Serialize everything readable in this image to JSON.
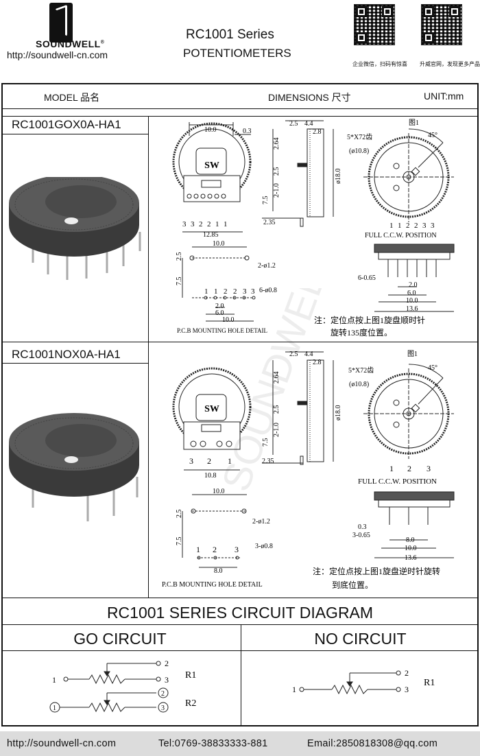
{
  "header": {
    "brand": "SOUNDWELL",
    "website": "http://soundwell-cn.com",
    "series": "RC1001 Series",
    "subtitle": "POTENTIOMETERS",
    "qr_captions": [
      "企业微信，扫码有惊喜",
      "升威官网，发现更多产品"
    ]
  },
  "table_header": {
    "model": "MODEL 品名",
    "dimensions": "DIMENSIONS 尺寸",
    "unit": "UNIT:mm"
  },
  "products": [
    {
      "name": "RC1001GOX0A-HA1",
      "fig_label": "图1",
      "pins": [
        "3",
        "3",
        "2",
        "2",
        "1",
        "1"
      ],
      "pin_labels_pcb": [
        "1",
        "1",
        "2",
        "2",
        "3",
        "3"
      ],
      "dims": {
        "top_w": "10.0",
        "top_off": "0.3",
        "side_a": "2.5",
        "side_b": "4.4",
        "side_c": "2.8",
        "h1": "2.64",
        "h2": "2.5",
        "h3": "2-1.0",
        "h4": "7.5",
        "d18": "ø18.0",
        "bottom": "2.35",
        "pin_span": "12.85",
        "teeth": "5*X72齿",
        "d108": "(ø10.8)",
        "angle": "45°",
        "pcb_w": "10.0",
        "pcb_h1": "2.5",
        "pcb_h2": "7.5",
        "hole_big": "2-ø1.2",
        "hole_small": "6-ø0.8",
        "pcb_b1": "2.0",
        "pcb_b2": "6.0",
        "pcb_b3": "10.0",
        "side_pins": "6-0.65",
        "s1": "2.0",
        "s2": "6.0",
        "s3": "10.0",
        "s4": "13.6"
      },
      "position_label": "FULL C.C.W. POSITION",
      "pcb_label": "P.C.B MOUNTING HOLE DETAIL",
      "note": [
        "注：定位点按上图1旋盘顺时针",
        "旋转135度位置。"
      ]
    },
    {
      "name": "RC1001NOX0A-HA1",
      "fig_label": "图1",
      "pins": [
        "3",
        "2",
        "1"
      ],
      "pin_labels_pcb": [
        "1",
        "2",
        "3"
      ],
      "dims": {
        "side_a": "2.5",
        "side_b": "4.4",
        "side_c": "2.8",
        "h1": "2.64",
        "h2": "2.5",
        "h3": "2-1.0",
        "h4": "7.5",
        "d18": "ø18.0",
        "bottom": "2.35",
        "pin_span": "10.8",
        "teeth": "5*X72齿",
        "d108": "(ø10.8)",
        "angle": "45°",
        "pcb_w": "10.0",
        "pcb_h1": "2.5",
        "pcb_h2": "7.5",
        "hole_big": "2-ø1.2",
        "hole_small": "3-ø0.8",
        "pcb_b1": "8.0",
        "side_pins": "3-0.65",
        "s0": "0.3",
        "s1": "8.0",
        "s2": "10.0",
        "s3": "13.6"
      },
      "position_label": "FULL C.C.W. POSITION",
      "pcb_label": "P.C.B MOUNTING HOLE DETAIL",
      "note": [
        "注：定位点按上图1旋盘逆时针旋转",
        "到底位置。"
      ]
    }
  ],
  "sw_label": "SW",
  "circuit": {
    "title": "RC1001 SERIES CIRCUIT DIAGRAM",
    "go_title": "GO  CIRCUIT",
    "no_title": "NO  CIRCUIT",
    "go_r1": "R1",
    "go_r2": "R2",
    "no_r1": "R1",
    "terminals": [
      "1",
      "2",
      "3"
    ]
  },
  "footer": {
    "url": "http://soundwell-cn.com",
    "tel": "Tel:0769-38833333-881",
    "email": "Email:2850818308@qq.com"
  },
  "watermark": "SOUNDWELL"
}
